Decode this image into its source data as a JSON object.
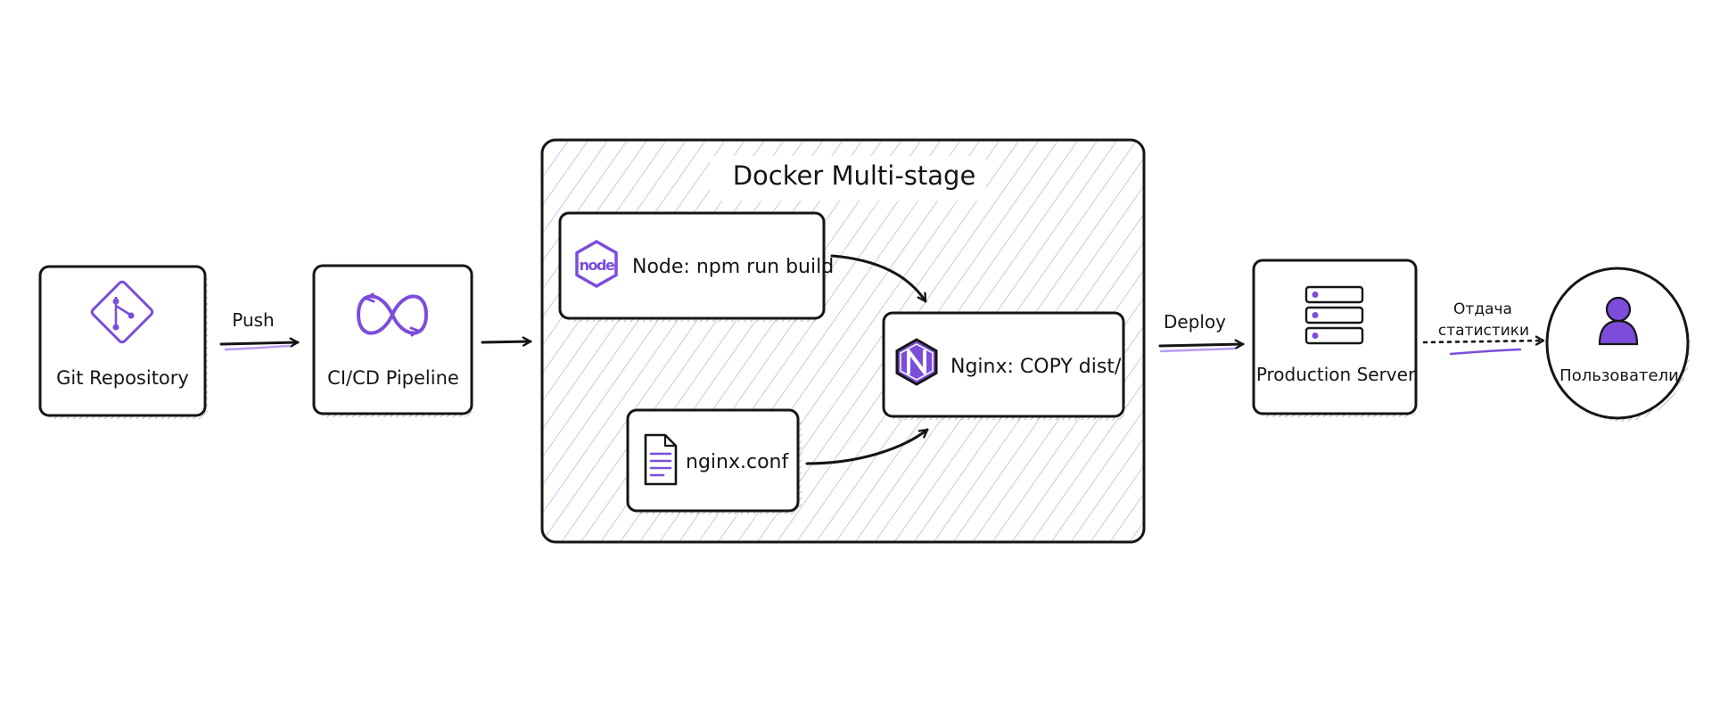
{
  "colors": {
    "stroke": "#151515",
    "accent": "#7c4ddb",
    "accent_light": "#b79cf3",
    "hatch": "#c8c8ee",
    "shadow": "#8c8c8c"
  },
  "nodes": {
    "git": {
      "label": "Git Repository",
      "icon": "git-branch-icon"
    },
    "ci": {
      "label": "CI/CD Pipeline",
      "icon": "infinity-loop-icon"
    },
    "docker": {
      "title": "Docker Multi-stage"
    },
    "node": {
      "label": "Node: npm run build",
      "icon": "nodejs-icon"
    },
    "nginx": {
      "label": "Nginx: COPY dist/",
      "icon": "nginx-icon"
    },
    "conf": {
      "label": "nginx.conf",
      "icon": "document-icon"
    },
    "server": {
      "label": "Production Server",
      "icon": "server-stack-icon"
    },
    "users": {
      "label": "Пользователи",
      "icon": "user-icon"
    }
  },
  "edges": {
    "push": {
      "label": "Push"
    },
    "deploy": {
      "label": "Deploy"
    },
    "serve": {
      "line1": "Отдача",
      "line2": "статистики"
    }
  }
}
